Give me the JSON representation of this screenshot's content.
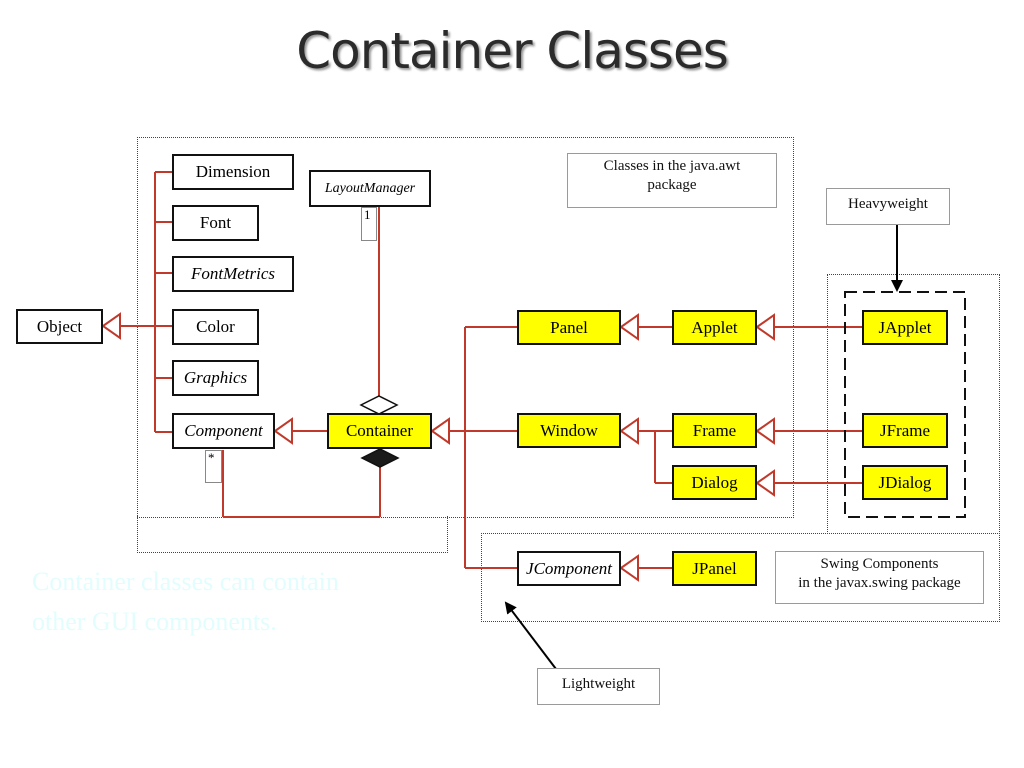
{
  "slide": {
    "title": "Container Classes",
    "caption_line1": "Container classes can contain",
    "caption_line2": "other GUI components."
  },
  "notes": {
    "awt": [
      "Classes in the java.awt",
      "package"
    ],
    "swing": [
      "Swing Components",
      "in the javax.swing package"
    ],
    "heavyweight": "Heavyweight",
    "lightweight": "Lightweight"
  },
  "classes": {
    "object": "Object",
    "dimension": "Dimension",
    "font": "Font",
    "fontmetrics": "FontMetrics",
    "color": "Color",
    "graphics": "Graphics",
    "component": "Component",
    "layoutmanager": "LayoutManager",
    "container": "Container",
    "panel": "Panel",
    "applet": "Applet",
    "japplet": "JApplet",
    "window": "Window",
    "frame": "Frame",
    "jframe": "JFrame",
    "dialog": "Dialog",
    "jdialog": "JDialog",
    "jcomponent": "JComponent",
    "jpanel": "JPanel"
  },
  "multiplicity": {
    "layout": "1",
    "component": "*"
  },
  "colors": {
    "line": "#c0392b",
    "highlight": "#ffff00",
    "caption": "#e2fdfd"
  }
}
